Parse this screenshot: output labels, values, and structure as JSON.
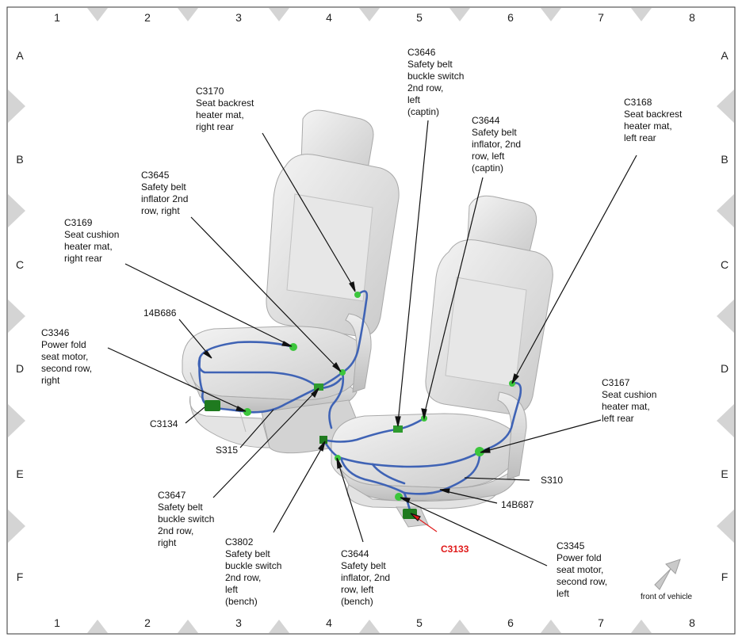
{
  "grid": {
    "columns": [
      "1",
      "2",
      "3",
      "4",
      "5",
      "6",
      "7",
      "8"
    ],
    "rows": [
      "A",
      "B",
      "C",
      "D",
      "E",
      "F"
    ]
  },
  "labels": {
    "c3170": "C3170\nSeat backrest\nheater mat,\nright rear",
    "c3646": "C3646\nSafety belt\nbuckle switch\n2nd row,\nleft\n(captin)",
    "c3644_top": "C3644\nSafety belt\ninflator, 2nd\nrow, left\n(captin)",
    "c3168": "C3168\nSeat backrest\nheater mat,\nleft rear",
    "c3645": "C3645\nSafety belt\ninflator 2nd\nrow, right",
    "c3169": "C3169\nSeat cushion\nheater mat,\nright rear",
    "b14b686": "14B686",
    "c3346": "C3346\nPower fold\nseat motor,\nsecond row,\nright",
    "c3134": "C3134",
    "s315": "S315",
    "c3647": "C3647\nSafety belt\nbuckle switch\n2nd row,\nright",
    "c3802": "C3802\nSafety belt\nbuckle switch\n2nd row,\nleft\n(bench)",
    "c3644_bottom": "C3644\nSafety belt\ninflator, 2nd\nrow, left\n(bench)",
    "c3133": "C3133",
    "c3345": "C3345\nPower fold\nseat motor,\nsecond row,\nleft",
    "c3167": "C3167\nSeat cushion\nheater mat,\nleft rear",
    "s310": "S310",
    "b14b687": "14B687",
    "front_of_vehicle": "front of vehicle"
  },
  "colors": {
    "harness": "#3f63b5",
    "connector": "#3cc63c",
    "connector_dark": "#1f7a1f",
    "highlight": "#e01a1a",
    "seat": "#dcdcdc",
    "border_marker": "#d0d0d0"
  }
}
